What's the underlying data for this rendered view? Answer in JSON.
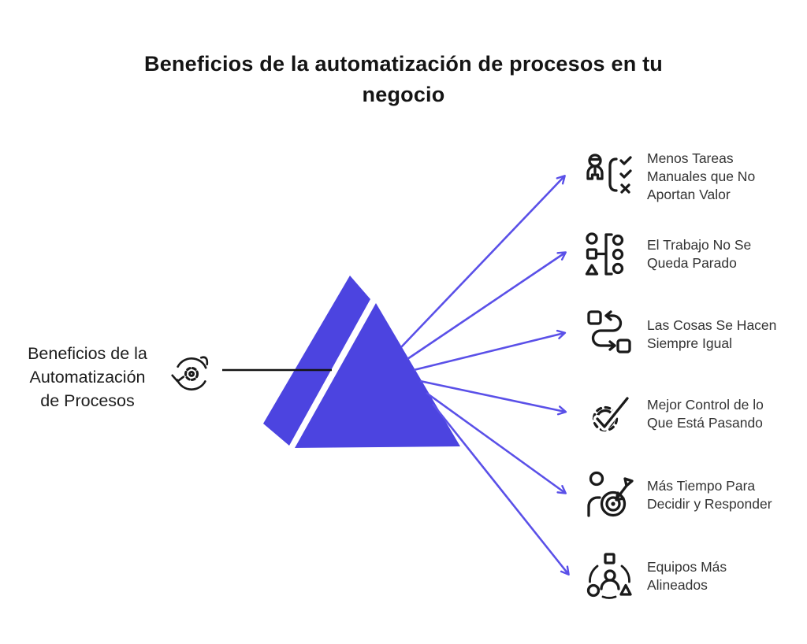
{
  "title": "Beneficios de la automatización de procesos en tu\nnegocio",
  "center_label": {
    "text": "Beneficios de la\nAutomatización\nde Procesos",
    "icon": "cycle-gear-icon"
  },
  "colors": {
    "accent": "#4C44E0",
    "arrow": "#5A50E8",
    "icon_ink": "#1A1A1A",
    "title_ink": "#141414",
    "body_ink": "#333333"
  },
  "benefits": [
    {
      "label": "Menos Tareas\nManuales que No\nAportan Valor",
      "icon": "person-checklist-icon"
    },
    {
      "label": "El Trabajo No Se\nQueda Parado",
      "icon": "shapes-group-icon"
    },
    {
      "label": "Las Cosas Se Hacen\nSiempre Igual",
      "icon": "process-flow-icon"
    },
    {
      "label": "Mejor Control de lo\nQue Está Pasando",
      "icon": "gear-check-icon"
    },
    {
      "label": "Más Tiempo Para\nDecidir y Responder",
      "icon": "person-target-icon"
    },
    {
      "label": "Equipos Más\nAlineados",
      "icon": "team-shapes-icon"
    }
  ]
}
